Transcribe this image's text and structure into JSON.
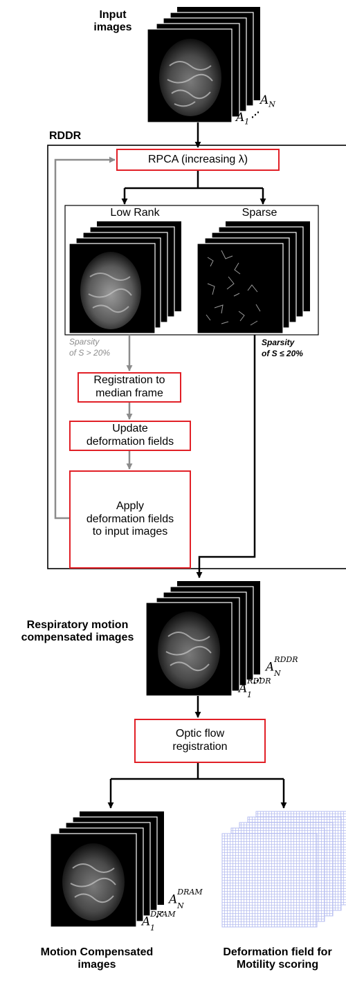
{
  "input_images_label": "Input\nimages",
  "rddr_label": "RDDR",
  "rpca_box": "RPCA (increasing λ)",
  "low_rank_label": "Low Rank",
  "sparse_label": "Sparse",
  "sparsity_gt": "Sparsity\nof S > 20%",
  "sparsity_le": "Sparsity\nof S ≤ 20%",
  "registration_box": "Registration to\nmedian frame",
  "update_box": "Update\ndeformation fields",
  "apply_box": "Apply\ndeformation fields\nto input images",
  "resp_label": "Respiratory motion\ncompensated images",
  "optic_box": "Optic flow\nregistration",
  "motion_label": "Motion Compensated\nimages",
  "deform_label": "Deformation  field for\nMotility scoring",
  "math": {
    "a_base": "A",
    "sub_n": "N",
    "sub_1": "1",
    "sup_rddr": "RDDR",
    "sup_dram": "DRAM"
  },
  "colors": {
    "box_border": "#e11f26",
    "gray_arrow": "#8c8c8c",
    "black_arrow": "#000000",
    "grid": "#b6bdf0"
  }
}
